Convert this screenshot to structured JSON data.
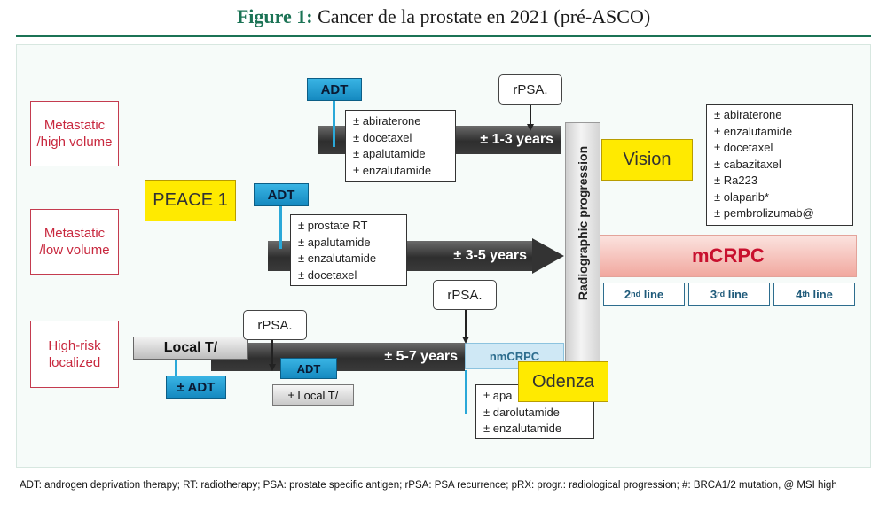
{
  "header": {
    "figure_label": "Figure 1:",
    "title": "Cancer de la prostate en 2021 (pré-ASCO)"
  },
  "categories": {
    "high_volume": [
      "Metastatic",
      "/high volume"
    ],
    "low_volume": [
      "Metastatic",
      "/low volume"
    ],
    "localized": [
      "High-risk",
      "localized"
    ]
  },
  "row1": {
    "adt": "ADT",
    "drugs": [
      "± abiraterone",
      "± docetaxel",
      "± apalutamide",
      "± enzalutamide"
    ],
    "bar": "± 1-3 years",
    "rpsa": "rPSA."
  },
  "row2": {
    "trial": "PEACE 1",
    "adt": "ADT",
    "drugs": [
      "± prostate RT",
      "± apalutamide",
      "± enzalutamide",
      "± docetaxel"
    ],
    "bar": "± 3-5 years"
  },
  "row3": {
    "local": "Local T/",
    "adt_below": "± ADT",
    "rpsa_left": "rPSA.",
    "adt_mid": "ADT",
    "local_small": "± Local T/",
    "bar": "± 5-7 years",
    "rpsa_right": "rPSA.",
    "nmcrpc": "nmCRPC",
    "trial": "Odenza",
    "drugs": [
      "± apa",
      "± darolutamide",
      "± enzalutamide"
    ]
  },
  "progression": {
    "label": "Radiographic progression"
  },
  "right": {
    "trial": "Vision",
    "drugs": [
      "± abiraterone",
      "± enzalutamide",
      "± docetaxel",
      "± cabazitaxel",
      "± Ra223",
      "± olaparib*",
      "± pembrolizumab@"
    ],
    "mcrpc": "mCRPC",
    "lines": [
      {
        "num": "2",
        "sup": "nd",
        "word": " line"
      },
      {
        "num": "3",
        "sup": "rd",
        "word": " line"
      },
      {
        "num": "4",
        "sup": "th",
        "word": " line"
      }
    ]
  },
  "footnote": "ADT: androgen deprivation therapy; RT: radiotherapy; PSA: prostate specific antigen; rPSA: PSA recurrence; pRX: progr.: radiological progression; #: BRCA1/2 mutation, @ MSI high",
  "colors": {
    "accent": "#1b7355",
    "category_red": "#c8283e",
    "adt_blue": "#1a9bd1",
    "trial_yellow": "#ffea00",
    "mcrpc_red": "#c8102e"
  }
}
